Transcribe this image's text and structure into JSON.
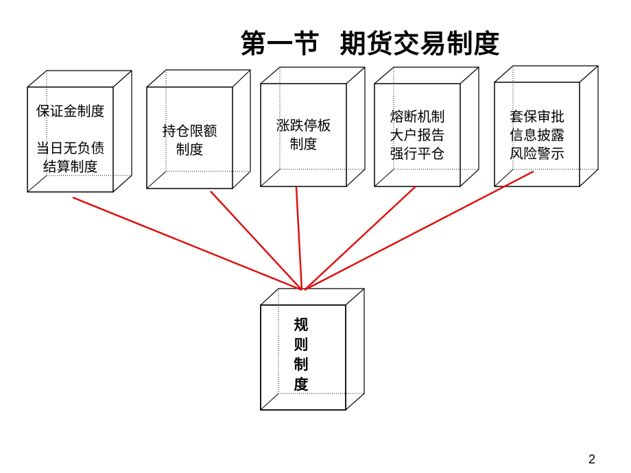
{
  "title": "第一节  期货交易制度",
  "boxes": [
    {
      "text": "保证金制度\n\n当日无负债\n结算制度"
    },
    {
      "text": "持仓限额\n制度"
    },
    {
      "text": "涨跌停板\n制度"
    },
    {
      "text": "熔断机制\n大户报告\n强行平仓"
    },
    {
      "text": "套保审批\n信息披露\n风险警示"
    }
  ],
  "center_box": {
    "text": "规\n则\n制\n度"
  },
  "page_number": "2",
  "colors": {
    "connector": "#e01010",
    "box_stroke": "#000000"
  }
}
